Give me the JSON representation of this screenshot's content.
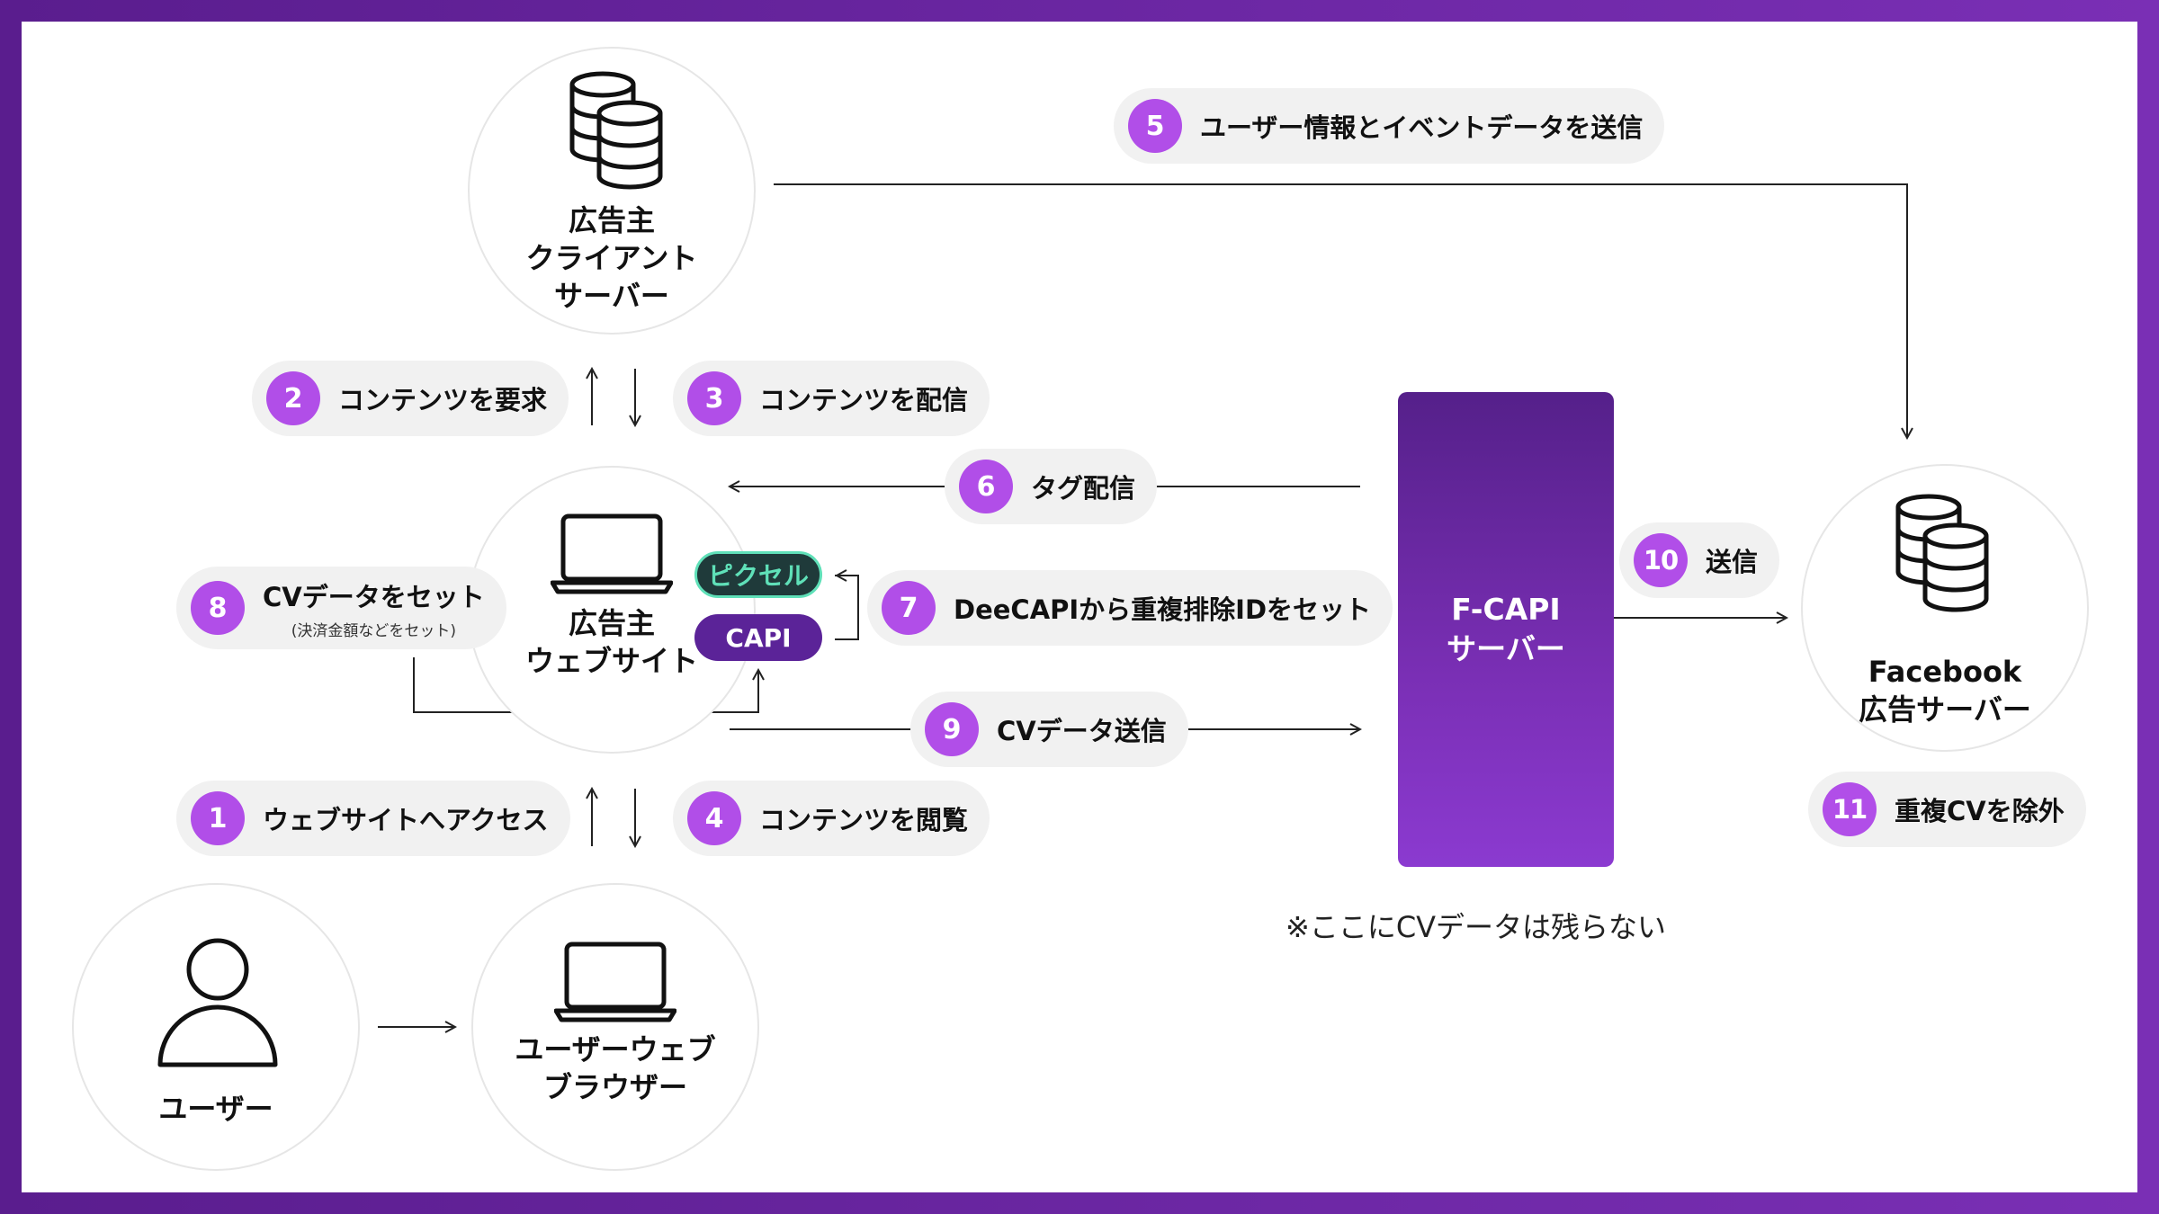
{
  "nodes": {
    "client_server": "広告主\nクライアント\nサーバー",
    "website": "広告主\nウェブサイト",
    "user": "ユーザー",
    "browser": "ユーザーウェブ\nブラウザー",
    "fcapi": "F-CAPI\nサーバー",
    "facebook": "Facebook\n広告サーバー"
  },
  "tags": {
    "pixel": "ピクセル",
    "capi": "CAPI"
  },
  "steps": [
    {
      "num": "1",
      "label": "ウェブサイトへアクセス"
    },
    {
      "num": "2",
      "label": "コンテンツを要求"
    },
    {
      "num": "3",
      "label": "コンテンツを配信"
    },
    {
      "num": "4",
      "label": "コンテンツを閲覧"
    },
    {
      "num": "5",
      "label": "ユーザー情報とイベントデータを送信"
    },
    {
      "num": "6",
      "label": "タグ配信"
    },
    {
      "num": "7",
      "label": "DeeCAPIから重複排除IDをセット"
    },
    {
      "num": "8",
      "label": "CVデータをセット",
      "sub": "(決済金額などをセット)"
    },
    {
      "num": "9",
      "label": "CVデータ送信"
    },
    {
      "num": "10",
      "label": "送信"
    },
    {
      "num": "11",
      "label": "重複CVを除外"
    }
  ],
  "note": "※ここにCVデータは残らない",
  "colors": {
    "frame": "#6a28a3",
    "badge": "#b14ee8",
    "pixel_tag_bg": "#1f3a3a",
    "pixel_tag_text": "#5fe0b8",
    "capi_tag_bg": "#5b2398",
    "pill_bg": "#f1f1f1"
  }
}
